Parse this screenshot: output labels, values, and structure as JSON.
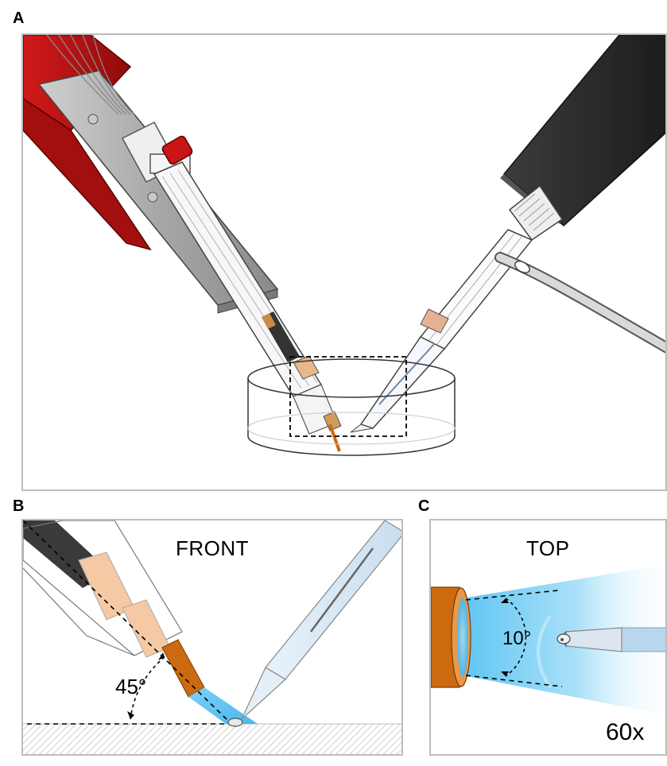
{
  "panels": {
    "a": {
      "letter": "A"
    },
    "b": {
      "letter": "B",
      "view": "FRONT",
      "angle_label": "45°"
    },
    "c": {
      "letter": "C",
      "view": "TOP",
      "angle_label": "10°",
      "magnification": "60x"
    }
  },
  "colors": {
    "holder_red": "#b01010",
    "plate_gray": "#9a9a9a",
    "dark_bar": "#2e2e2e",
    "copper": "#cc6a10",
    "light_blue": "#7fd0f5",
    "frame_border": "#bdbdbd"
  }
}
